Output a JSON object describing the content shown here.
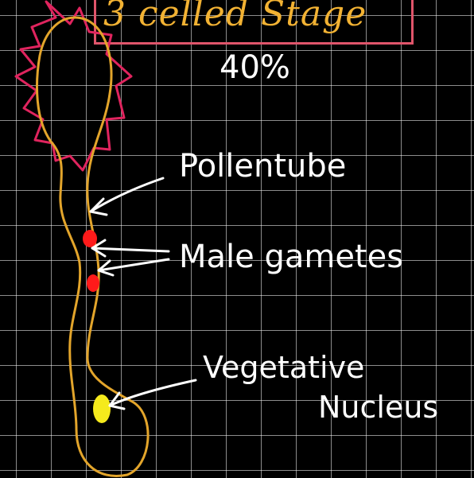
{
  "title": "3 celled Stage",
  "percent": "40%",
  "labels": {
    "pollen_tube": "Pollentube",
    "male_gametes": "Male gametes",
    "vegetative": "Vegetative",
    "nucleus": "Nucleus"
  },
  "colors": {
    "outline": "#e3a52b",
    "exine_spikes": "#e0245e",
    "male_gamete": "#ff1a1a",
    "vegetative_nucleus": "#f5ea1c",
    "ink": "#ffffff",
    "title_text": "#f2b233",
    "title_border": "#e0556b"
  }
}
